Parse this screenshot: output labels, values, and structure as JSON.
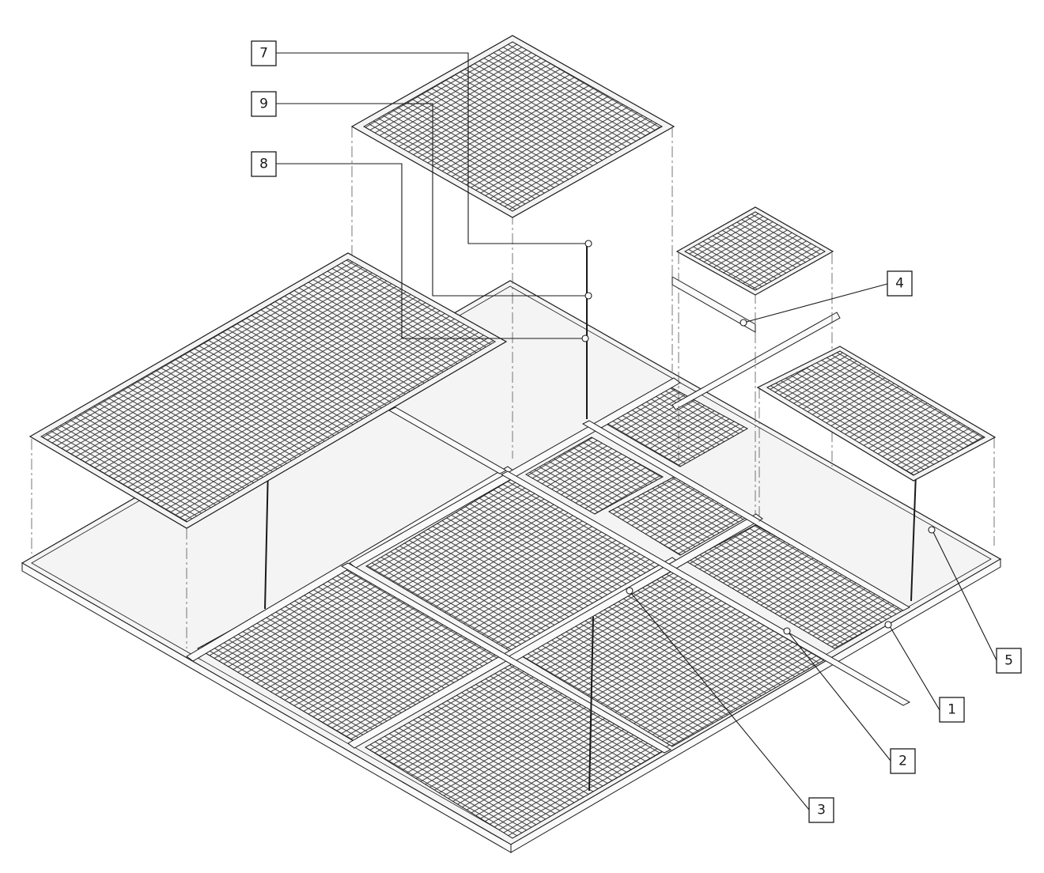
{
  "callouts": [
    {
      "id": "1",
      "label": "1"
    },
    {
      "id": "2",
      "label": "2"
    },
    {
      "id": "3",
      "label": "3"
    },
    {
      "id": "4",
      "label": "4"
    },
    {
      "id": "5",
      "label": "5"
    },
    {
      "id": "7",
      "label": "7"
    },
    {
      "id": "8",
      "label": "8"
    },
    {
      "id": "9",
      "label": "9"
    }
  ],
  "colors": {
    "line": "#1a1a1a",
    "mesh": "#3a3a3a",
    "background": "#ffffff"
  }
}
